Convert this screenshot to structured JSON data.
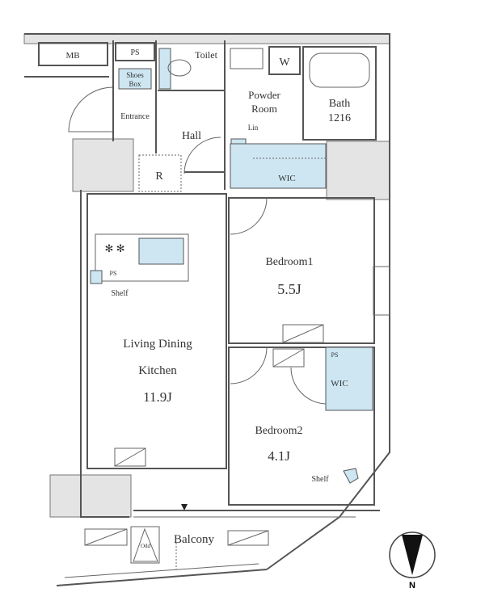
{
  "rooms": {
    "mb": "MB",
    "ps_top": "PS",
    "toilet": "Toilet",
    "w": "W",
    "shoes_box_1": "Shoes",
    "shoes_box_2": "Box",
    "entrance": "Entrance",
    "powder_room_1": "Powder",
    "powder_room_2": "Room",
    "bath_1": "Bath",
    "bath_2": "1216",
    "lin": "Lin",
    "hall": "Hall",
    "r": "R",
    "wic_top": "WIC",
    "ps_kitchen": "PS",
    "shelf_kitchen": "Shelf",
    "bedroom1_name": "Bedroom1",
    "bedroom1_size": "5.5J",
    "ldk_1": "Living Dining",
    "ldk_2": "Kitchen",
    "ldk_size": "11.9J",
    "ps_bedroom2": "PS",
    "wic_bedroom2": "WIC",
    "bedroom2_name": "Bedroom2",
    "bedroom2_size": "4.1J",
    "shelf_bedroom2": "Shelf",
    "balcony": "Balcony",
    "odd": "Odd"
  },
  "compass": {
    "label": "N"
  },
  "colors": {
    "storage": "#cde6f2",
    "structure": "#e4e4e4"
  }
}
